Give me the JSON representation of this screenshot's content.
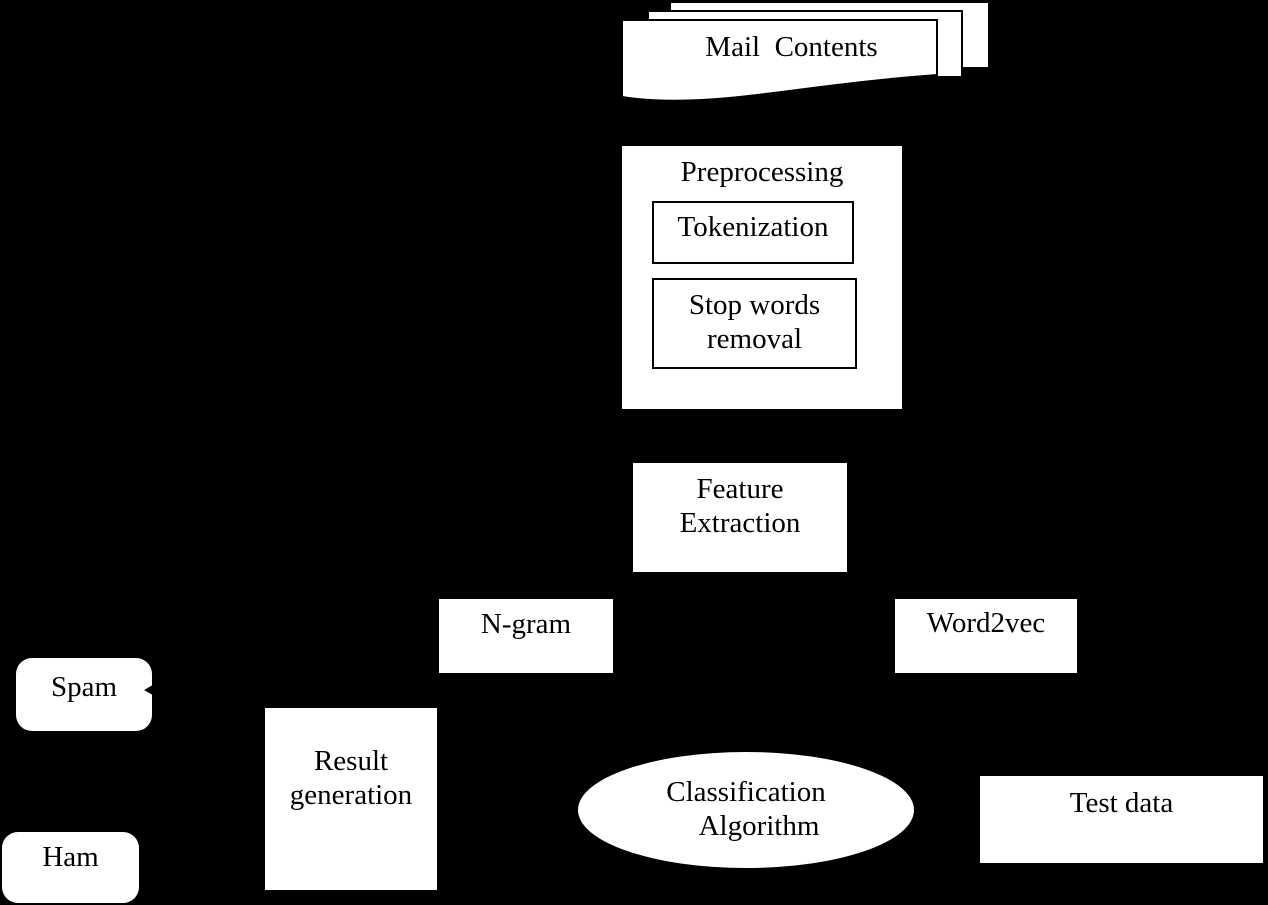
{
  "diagram": {
    "background_color": "#000000",
    "node_fill": "#ffffff",
    "node_text_color": "#000000",
    "border_color": "#000000",
    "nodes": {
      "mail_contents": {
        "shape": "stacked-documents",
        "label": "Mail  Contents"
      },
      "preprocessing": {
        "shape": "group-rect",
        "label": "Preprocessing"
      },
      "tokenization": {
        "shape": "rect-bordered",
        "label": "Tokenization"
      },
      "stop_words_removal": {
        "shape": "rect-bordered",
        "lines": [
          "Stop words",
          "removal"
        ]
      },
      "feature_extraction": {
        "shape": "rect",
        "lines": [
          "Feature",
          "Extraction"
        ]
      },
      "n_gram": {
        "shape": "rect",
        "label": "N-gram"
      },
      "word2vec": {
        "shape": "rect",
        "label": "Word2vec"
      },
      "spam": {
        "shape": "rounded-rect",
        "label": "Spam"
      },
      "ham": {
        "shape": "rounded-rect",
        "label": "Ham"
      },
      "result_generation": {
        "shape": "rect",
        "lines": [
          "Result",
          "generation"
        ]
      },
      "classification_algorithm": {
        "shape": "ellipse",
        "lines": [
          "Classification",
          "Algorithm"
        ]
      },
      "test_data": {
        "shape": "rect",
        "label": "Test data"
      }
    }
  }
}
